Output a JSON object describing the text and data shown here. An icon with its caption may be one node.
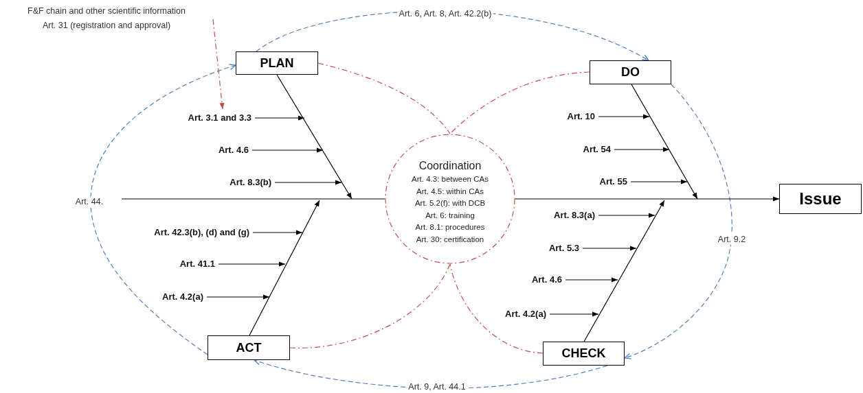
{
  "diagram": {
    "nodes": [
      {
        "text": [
          "F&F chain and other scientific information",
          "Art. 31 (registration and approval)"
        ]
      },
      {
        "text": [
          "PLAN"
        ]
      },
      {
        "text": [
          "DO"
        ]
      },
      {
        "text": [
          "Coordination",
          "Art. 4.3: between CAs",
          "Art. 4.5: within CAs",
          "Art. 5.2(f): with DCB",
          "Art. 6: training",
          "Art. 8.1: procedures",
          "Art. 30: certification"
        ]
      },
      {
        "text": [
          "Issue"
        ]
      },
      {
        "text": [
          "ACT"
        ]
      },
      {
        "text": [
          "CHECK"
        ]
      },
      {
        "text": [
          "Art. 3.1 and 3.3"
        ]
      },
      {
        "text": [
          "Art. 4.6"
        ]
      },
      {
        "text": [
          "Art. 8.3(b)"
        ]
      },
      {
        "text": [
          "Art. 10"
        ]
      },
      {
        "text": [
          "Art. 54"
        ]
      },
      {
        "text": [
          "Art. 55"
        ]
      },
      {
        "text": [
          "Art. 42.3(b), (d) and (g)"
        ]
      },
      {
        "text": [
          "Art. 41.1"
        ]
      },
      {
        "text": [
          "Art. 4.2(a)"
        ]
      },
      {
        "text": [
          "Art. 8.3(a)"
        ]
      },
      {
        "text": [
          "Art. 5.3"
        ]
      },
      {
        "text": [
          "Art. 4.6"
        ]
      },
      {
        "text": [
          "Art. 4.2(a)"
        ]
      }
    ],
    "edges": [
      {
        "from": 1,
        "to": 2,
        "arrow": "to",
        "label": "Art. 6, Art. 8, Art. 42.2(b)",
        "style": "dashed",
        "color": "#4f81bd"
      },
      {
        "from": 2,
        "to": 6,
        "arrow": "to",
        "label": "Art. 9.2",
        "style": "dashed",
        "color": "#4f81bd"
      },
      {
        "from": 6,
        "to": 5,
        "arrow": "to",
        "label": "Art. 9, Art. 44.1",
        "style": "dashed",
        "color": "#4f81bd"
      },
      {
        "from": 5,
        "to": 1,
        "arrow": "to",
        "label": "Art. 44.",
        "style": "dashed",
        "color": "#4f81bd"
      },
      {
        "from": 1,
        "to": 3,
        "arrow": "none",
        "style": "dashed",
        "color": "#c0504d"
      },
      {
        "from": 2,
        "to": 3,
        "arrow": "none",
        "style": "dashed",
        "color": "#c0504d"
      },
      {
        "from": 5,
        "to": 3,
        "arrow": "none",
        "style": "dashed",
        "color": "#c0504d"
      },
      {
        "from": 6,
        "to": 3,
        "arrow": "none",
        "style": "dashed",
        "color": "#c0504d"
      },
      {
        "from": 0,
        "to": 7,
        "arrow": "to",
        "style": "dashed",
        "color": "#c0504d"
      },
      {
        "from": 1,
        "to": null,
        "arrow": "to"
      },
      {
        "from": 2,
        "to": null,
        "arrow": "to"
      },
      {
        "from": 5,
        "to": null,
        "arrow": "to"
      },
      {
        "from": 6,
        "to": null,
        "arrow": "to"
      },
      {
        "from": null,
        "to": 3,
        "arrow": "none"
      },
      {
        "from": 3,
        "to": 4,
        "arrow": "to"
      },
      {
        "from": 7,
        "to": null,
        "arrow": "to"
      },
      {
        "from": 8,
        "to": null,
        "arrow": "to"
      },
      {
        "from": 9,
        "to": null,
        "arrow": "to"
      },
      {
        "from": 10,
        "to": null,
        "arrow": "to"
      },
      {
        "from": 11,
        "to": null,
        "arrow": "to"
      },
      {
        "from": 12,
        "to": null,
        "arrow": "to"
      },
      {
        "from": 13,
        "to": null,
        "arrow": "to"
      },
      {
        "from": 14,
        "to": null,
        "arrow": "to"
      },
      {
        "from": 15,
        "to": null,
        "arrow": "to"
      },
      {
        "from": 16,
        "to": null,
        "arrow": "to"
      },
      {
        "from": 17,
        "to": null,
        "arrow": "to"
      },
      {
        "from": 18,
        "to": null,
        "arrow": "to"
      },
      {
        "from": 19,
        "to": null,
        "arrow": "to"
      }
    ]
  }
}
